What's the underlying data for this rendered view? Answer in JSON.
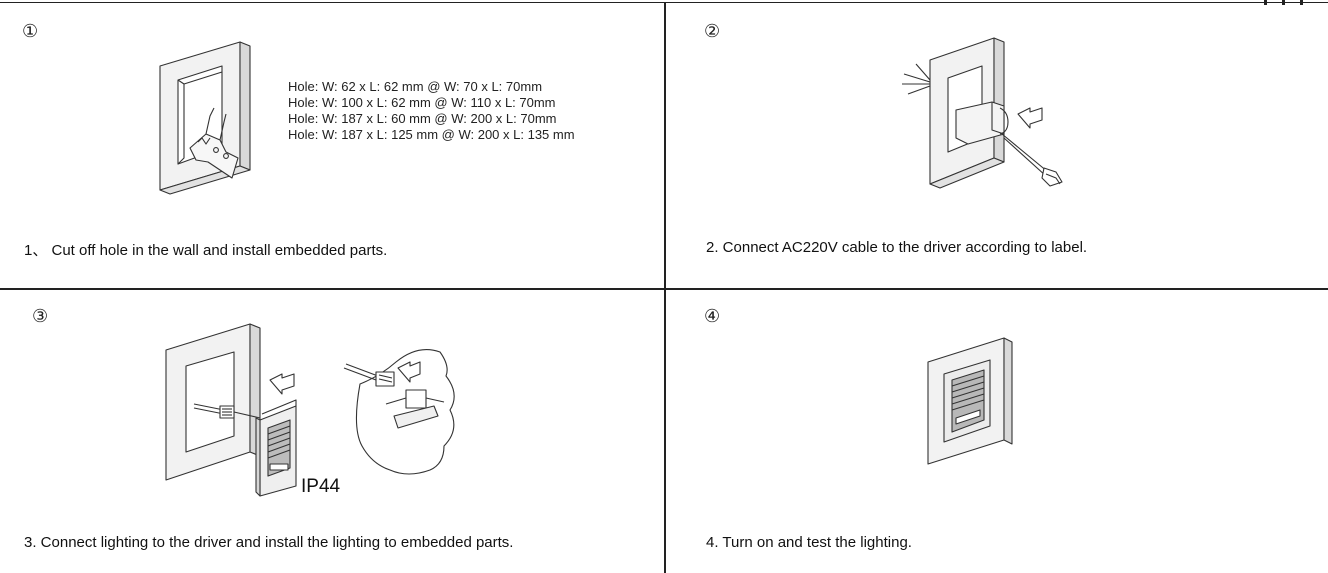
{
  "steps": [
    {
      "number": "①",
      "caption": "1、 Cut off hole in the wall and install embedded parts."
    },
    {
      "number": "②",
      "caption": "2. Connect AC220V cable to the driver according to label."
    },
    {
      "number": "③",
      "caption": "3. Connect lighting to the driver and install the lighting to embedded parts."
    },
    {
      "number": "④",
      "caption": "4. Turn on and test the lighting."
    }
  ],
  "hole_specs": [
    "Hole: W: 62 x L: 62 mm @  W: 70 x L: 70mm",
    "Hole: W: 100 x L: 62 mm @  W: 110 x L: 70mm",
    "Hole: W: 187 x L: 60 mm @  W: 200 x L: 70mm",
    "Hole: W: 187 x L: 125 mm @  W: 200 x L: 135 mm"
  ],
  "rating_label": "IP44"
}
